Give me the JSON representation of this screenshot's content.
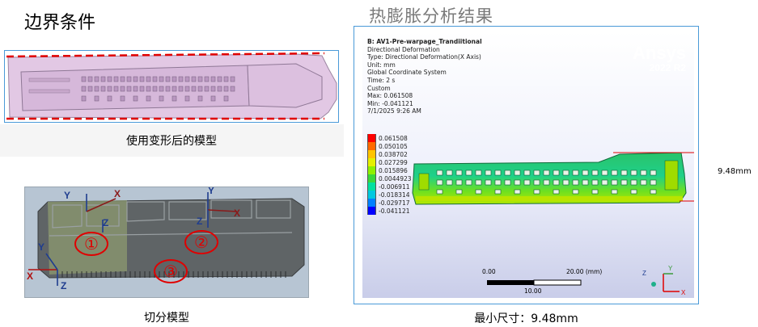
{
  "left": {
    "title": "边界条件",
    "caption_top": "使用变形后的模型",
    "caption_bottom": "切分模型",
    "markers": [
      "①",
      "②",
      "③"
    ],
    "axes": {
      "x": "X",
      "y": "Y",
      "z": "Z"
    }
  },
  "right": {
    "title": "热膨胀分析结果",
    "info_title": "B: AV1-Pre-warpage_Trandiitional",
    "info_lines": [
      "Directional Deformation",
      "Type: Directional Deformation(X Axis)",
      "Unit: mm",
      "Global Coordinate System",
      "Time: 2 s",
      "Custom",
      "Max: 0.061508",
      "Min: -0.041121",
      "7/1/2025 9:26 AM"
    ],
    "logo_name": "Ansys",
    "logo_version": "2022 R2",
    "legend": [
      {
        "value": "0.061508",
        "color": "#ff0000"
      },
      {
        "value": "0.050105",
        "color": "#ff6a00"
      },
      {
        "value": "0.038702",
        "color": "#ffc400"
      },
      {
        "value": "0.027299",
        "color": "#e5f000"
      },
      {
        "value": "0.015896",
        "color": "#8ef000"
      },
      {
        "value": "0.0044923",
        "color": "#3ad83a"
      },
      {
        "value": "-0.006911",
        "color": "#00e0a0"
      },
      {
        "value": "-0.018314",
        "color": "#00c8e0"
      },
      {
        "value": "-0.029717",
        "color": "#0080ff"
      },
      {
        "value": "-0.041121",
        "color": "#0000ff"
      }
    ],
    "dimension": "9.48mm",
    "scale_labels": {
      "start": "0.00",
      "end": "20.00 (mm)",
      "mid": "10.00"
    },
    "caption": "最小尺寸：9.48mm"
  }
}
